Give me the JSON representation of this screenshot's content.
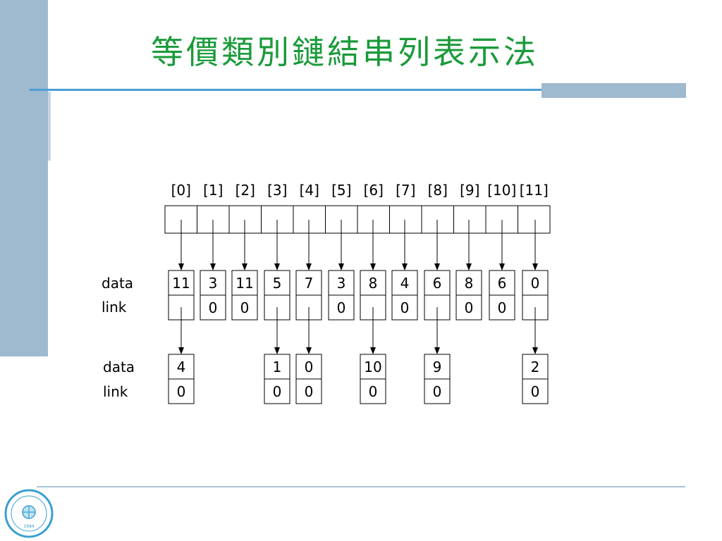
{
  "title": "等價類別鏈結串列表示法",
  "row_labels": {
    "data": "data",
    "link": "link"
  },
  "indices": [
    "[0]",
    "[1]",
    "[2]",
    "[3]",
    "[4]",
    "[5]",
    "[6]",
    "[7]",
    "[8]",
    "[9]",
    "[10]",
    "[11]"
  ],
  "first_row": [
    {
      "data": "11",
      "link": ""
    },
    {
      "data": "3",
      "link": "0"
    },
    {
      "data": "11",
      "link": "0"
    },
    {
      "data": "5",
      "link": ""
    },
    {
      "data": "7",
      "link": ""
    },
    {
      "data": "3",
      "link": "0"
    },
    {
      "data": "8",
      "link": ""
    },
    {
      "data": "4",
      "link": "0"
    },
    {
      "data": "6",
      "link": ""
    },
    {
      "data": "8",
      "link": "0"
    },
    {
      "data": "6",
      "link": "0"
    },
    {
      "data": "0",
      "link": ""
    }
  ],
  "second_row": [
    {
      "column": 0,
      "data": "4",
      "link": "0"
    },
    {
      "column": 3,
      "data": "1",
      "link": "0"
    },
    {
      "column": 4,
      "data": "0",
      "link": "0"
    },
    {
      "column": 6,
      "data": "10",
      "link": "0"
    },
    {
      "column": 8,
      "data": "9",
      "link": "0"
    },
    {
      "column": 11,
      "data": "2",
      "link": "0"
    }
  ],
  "logo": {
    "year": "1984"
  }
}
